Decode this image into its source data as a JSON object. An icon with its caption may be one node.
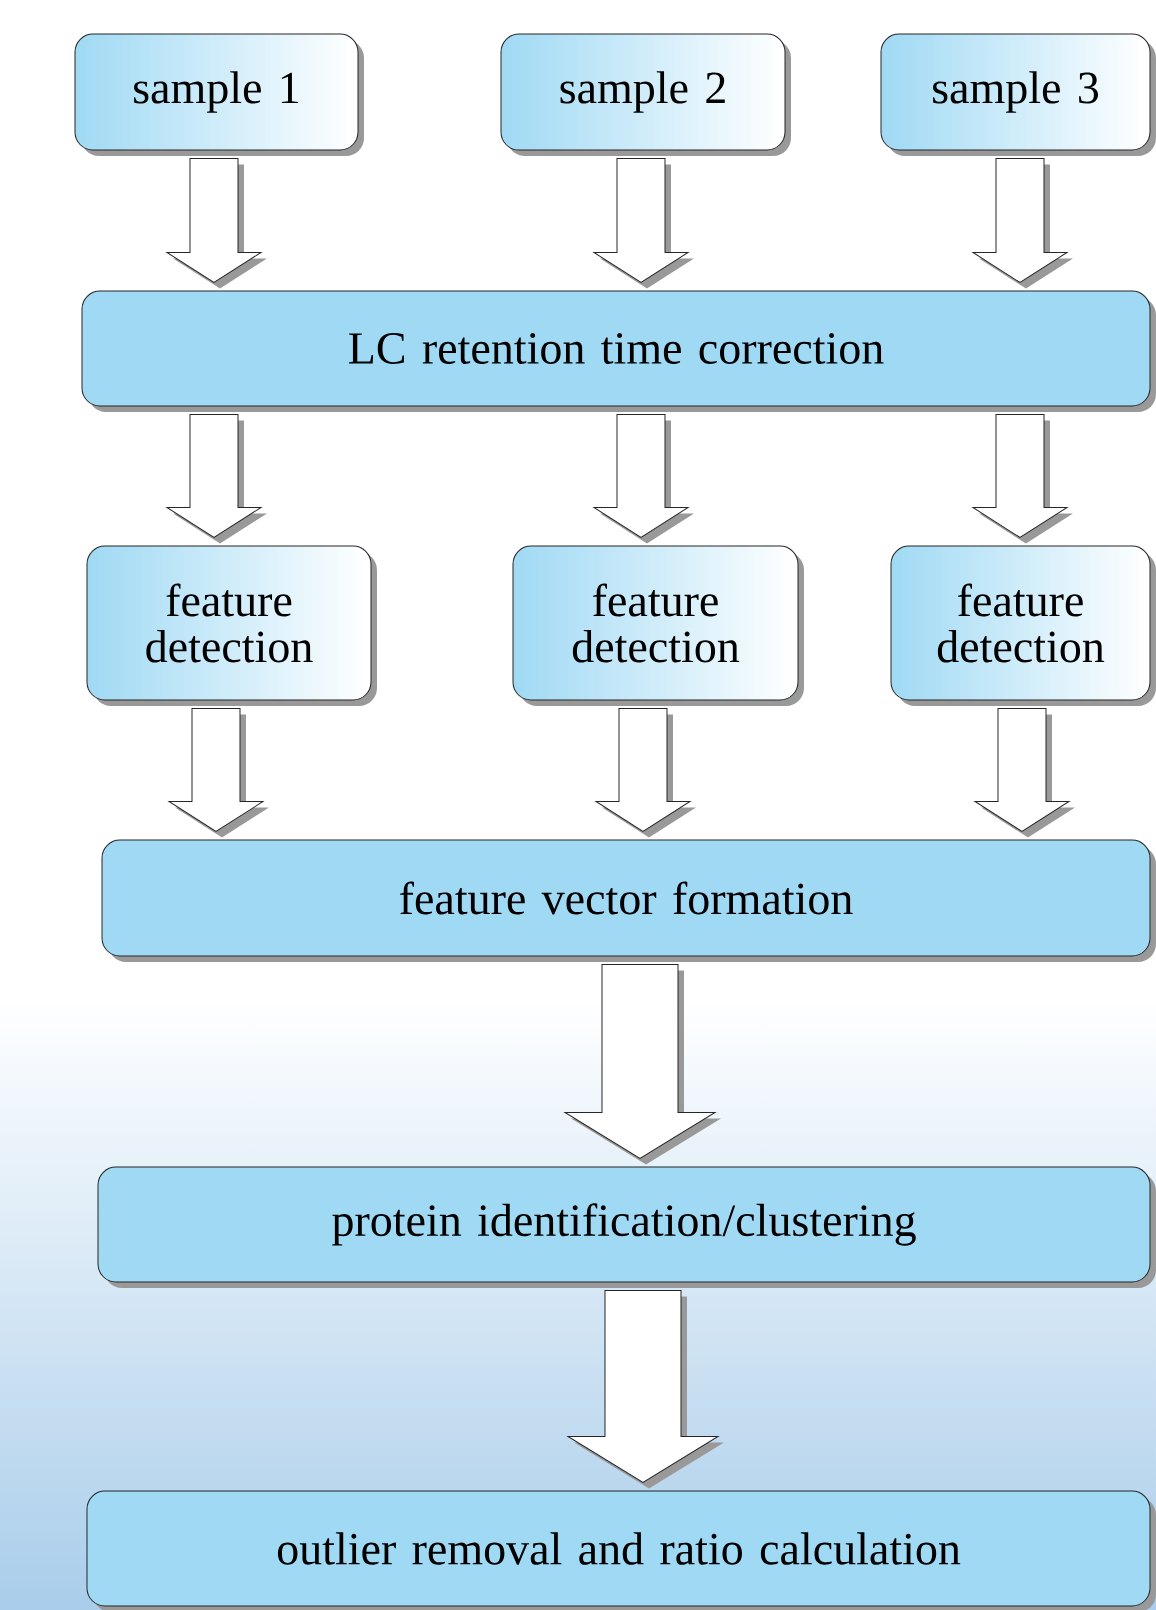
{
  "diagram": {
    "nodes": [
      {
        "text": [
          "sample 1"
        ]
      },
      {
        "text": [
          "sample 2"
        ]
      },
      {
        "text": [
          "sample 3"
        ]
      },
      {
        "text": [
          "LC retention time correction"
        ]
      },
      {
        "text": [
          "feature detection"
        ]
      },
      {
        "text": [
          "feature detection"
        ]
      },
      {
        "text": [
          "feature detection"
        ]
      },
      {
        "text": [
          "feature vector formation"
        ]
      },
      {
        "text": [
          "protein identification/clustering"
        ]
      },
      {
        "text": [
          "outlier removal and ratio calculation"
        ]
      }
    ],
    "edges": [
      {
        "from": 0,
        "to": 3,
        "arrow": "to"
      },
      {
        "from": 1,
        "to": 3,
        "arrow": "to"
      },
      {
        "from": 2,
        "to": 3,
        "arrow": "to"
      },
      {
        "from": 3,
        "to": 4,
        "arrow": "to"
      },
      {
        "from": 3,
        "to": 5,
        "arrow": "to"
      },
      {
        "from": 3,
        "to": 6,
        "arrow": "to"
      },
      {
        "from": 4,
        "to": 7,
        "arrow": "to"
      },
      {
        "from": 5,
        "to": 7,
        "arrow": "to"
      },
      {
        "from": 6,
        "to": 7,
        "arrow": "to"
      },
      {
        "from": 7,
        "to": 8,
        "arrow": "to"
      },
      {
        "from": 8,
        "to": 9,
        "arrow": "to"
      }
    ]
  }
}
